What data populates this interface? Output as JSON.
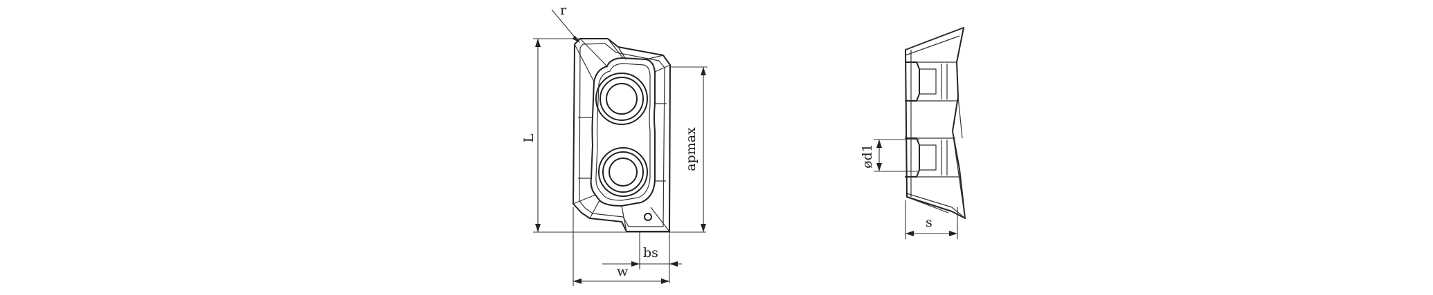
{
  "labels": {
    "r": "r",
    "L": "L",
    "apmax": "apmax",
    "bs": "bs",
    "w": "w",
    "d1": "ød1",
    "s": "s"
  },
  "colors": {
    "line": "#222222",
    "background": "#ffffff"
  }
}
